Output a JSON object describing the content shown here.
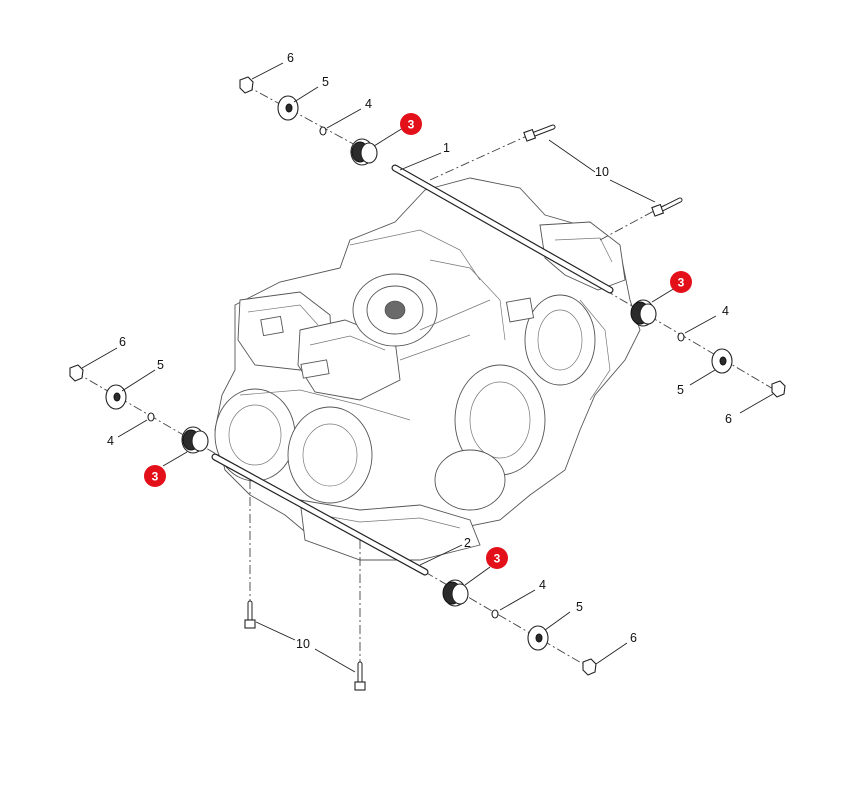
{
  "diagram": {
    "highlight_color": "#e3101a",
    "callouts": {
      "shaft_upper": "1",
      "shaft_lower": "2",
      "mount_upper_left": "3",
      "mount_upper_right": "3",
      "mount_lower_left": "3",
      "mount_lower_right": "3",
      "oring_top": "4",
      "oring_right": "4",
      "oring_left": "4",
      "oring_bottom": "4",
      "washer_top": "5",
      "washer_right": "5",
      "washer_left": "5",
      "washer_bottom": "5",
      "nut_top": "6",
      "nut_right": "6",
      "nut_left": "6",
      "nut_bottom": "6",
      "bolt_upper": "10",
      "bolt_lower": "10"
    }
  }
}
